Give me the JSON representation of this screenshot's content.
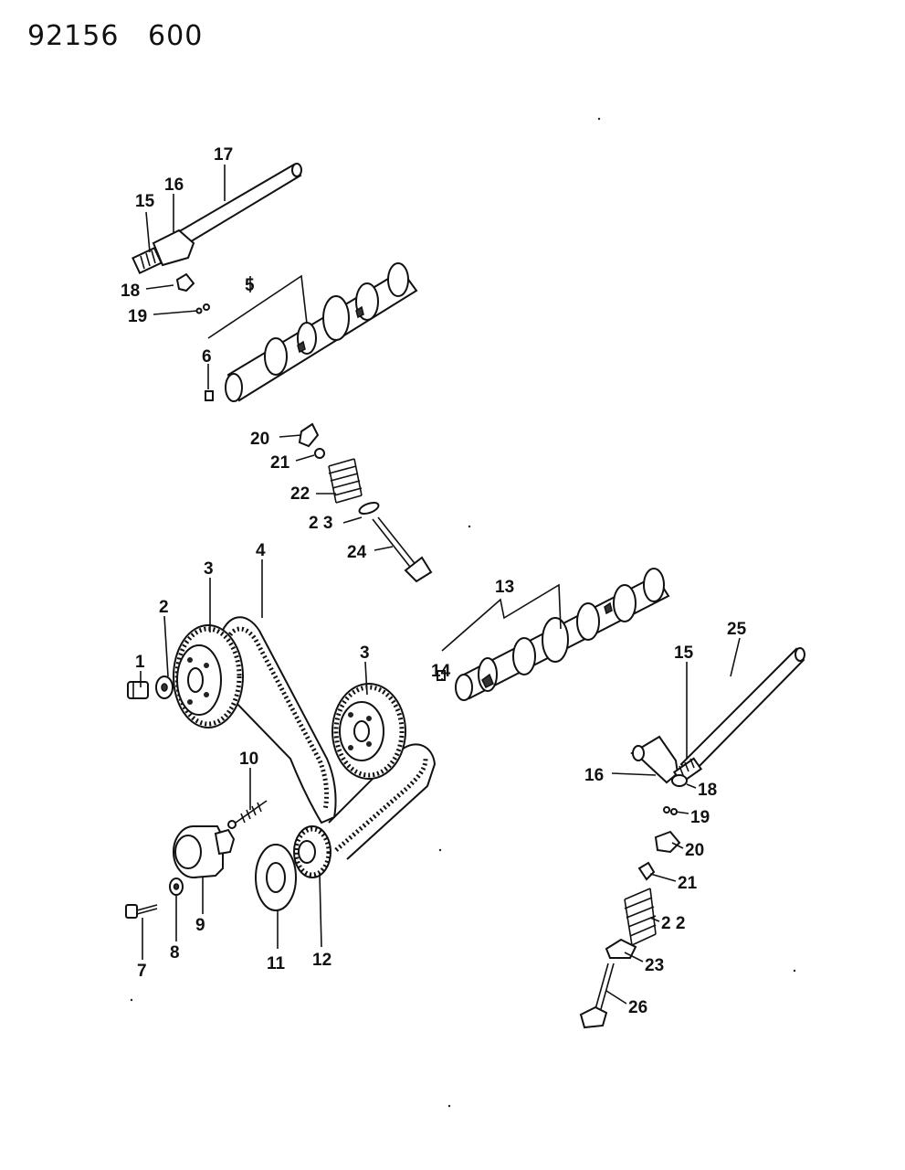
{
  "header": {
    "doc_number": "92156",
    "page_code": "600"
  },
  "callouts": {
    "c1": "1",
    "c2": "2",
    "c3a": "3",
    "c3b": "3",
    "c4": "4",
    "c5": "5",
    "c6": "6",
    "c7": "7",
    "c8": "8",
    "c9": "9",
    "c10": "10",
    "c11": "11",
    "c12": "12",
    "c13": "13",
    "c14": "14",
    "c15a": "15",
    "c15b": "15",
    "c16a": "16",
    "c16b": "16",
    "c17": "17",
    "c18a": "18",
    "c18b": "18",
    "c19a": "19",
    "c19b": "19",
    "c20a": "20",
    "c20b": "20",
    "c21a": "21",
    "c21b": "21",
    "c22a": "22",
    "c22b": "2 2",
    "c23a": "2 3",
    "c23b": "23",
    "c24": "24",
    "c25": "25",
    "c26": "26"
  }
}
